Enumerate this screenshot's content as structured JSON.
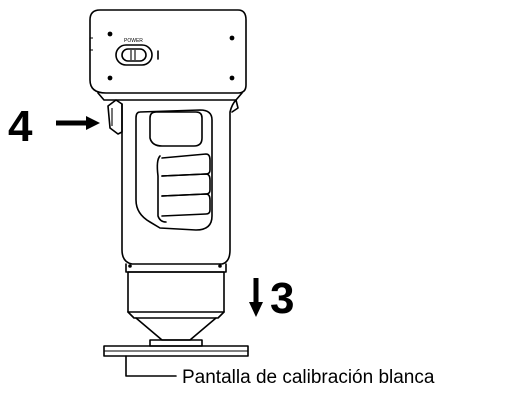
{
  "figure": {
    "step_left": "4",
    "step_right": "3",
    "power_label": "POWER",
    "caption": "Pantalla de calibración blanca"
  }
}
